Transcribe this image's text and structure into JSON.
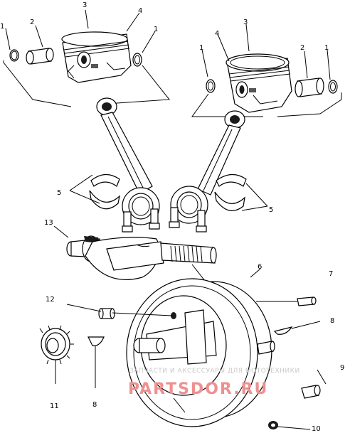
{
  "callouts": {
    "c1a": "1",
    "c2a": "2",
    "c3a": "3",
    "c4a": "4",
    "c1b": "1",
    "c3b": "3",
    "c4b": "4",
    "c2b": "2",
    "c1c": "1",
    "c1d": "1",
    "c5a": "5",
    "c5b": "5",
    "c13": "13",
    "c6": "6",
    "c7": "7",
    "c12": "12",
    "c8a": "8",
    "c11": "11",
    "c8b": "8",
    "c9": "9",
    "c10": "10"
  },
  "watermark": {
    "line1": "ЗАПЧАСТИ И АКСЕССУАРЫ ДЛЯ МОТОТЕХНИКИ",
    "line2": "PARTSDOR.RU"
  }
}
